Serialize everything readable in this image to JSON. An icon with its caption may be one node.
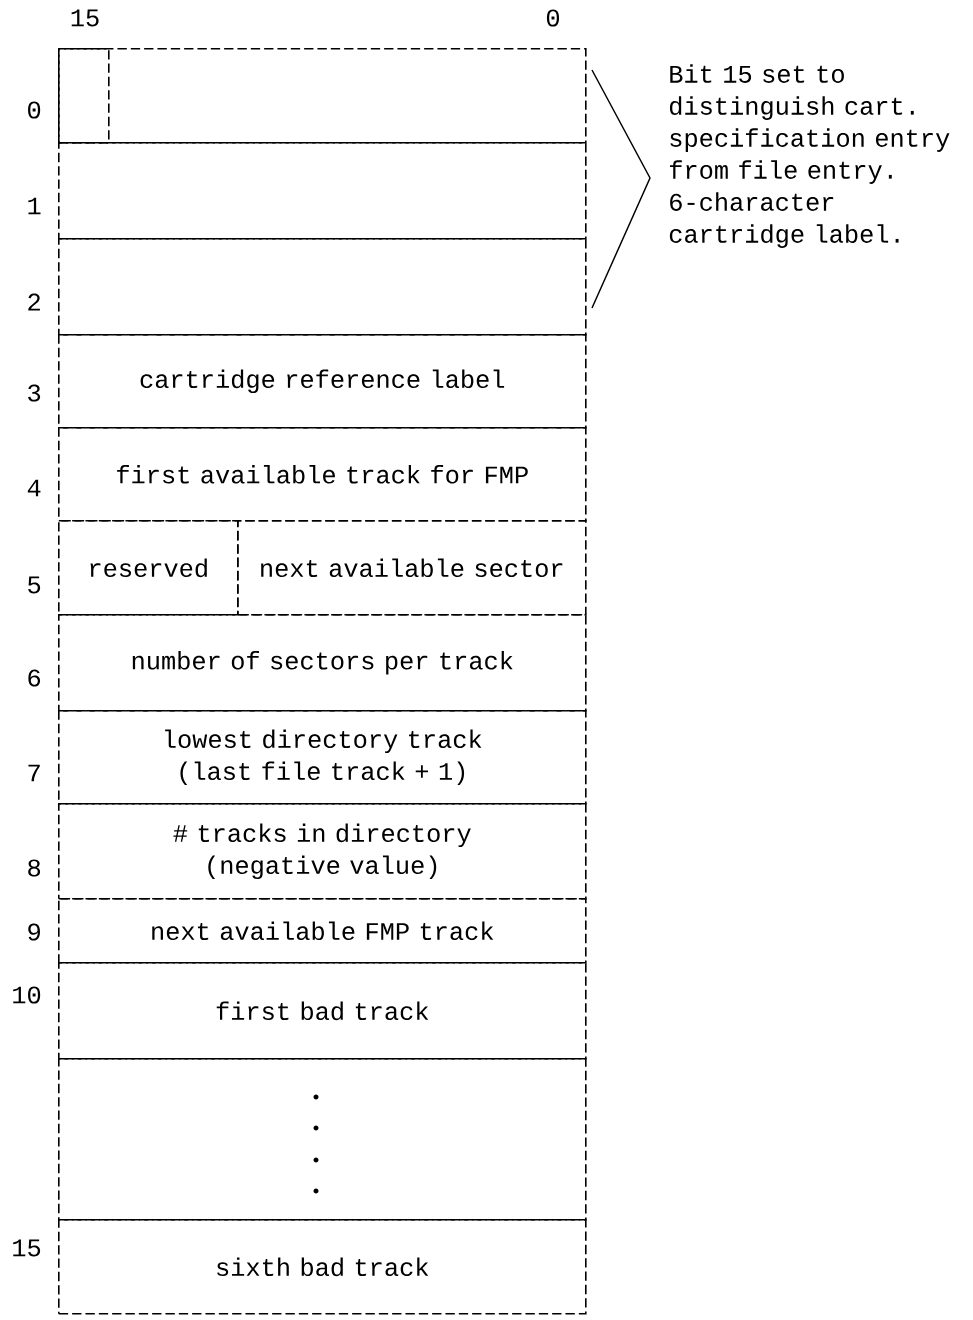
{
  "diagram": {
    "nodes": [
      {
        "text": [],
        "shape": "box"
      },
      {
        "text": [],
        "shape": "box",
        "in": 0
      },
      {
        "text": [],
        "shape": "box"
      },
      {
        "text": [],
        "shape": "box"
      },
      {
        "text": [
          "cartridge reference label"
        ]
      },
      {
        "text": [
          "first available track for FMP"
        ]
      },
      {
        "text": [
          "reserved"
        ]
      },
      {
        "text": [
          "next available sector"
        ]
      },
      {
        "text": [
          "number of sectors per track"
        ]
      },
      {
        "text": [
          "lowest directory track (last file track + 1)"
        ]
      },
      {
        "text": [
          "# tracks in directory (negative value)"
        ]
      },
      {
        "text": [
          "next available FMP track"
        ]
      },
      {
        "text": [
          "first bad track"
        ]
      },
      {
        "text": [],
        "shape": "box"
      },
      {
        "text": [
          "sixth bad track"
        ]
      }
    ],
    "labels": [
      "15",
      "0",
      "0",
      "Bit 15 set to distinguish cart. specification entry from file entry.",
      "1",
      "6-character cartridge label.",
      "2",
      "3",
      "4",
      "5",
      "6",
      "7",
      "8",
      "9",
      "10",
      "15"
    ]
  }
}
